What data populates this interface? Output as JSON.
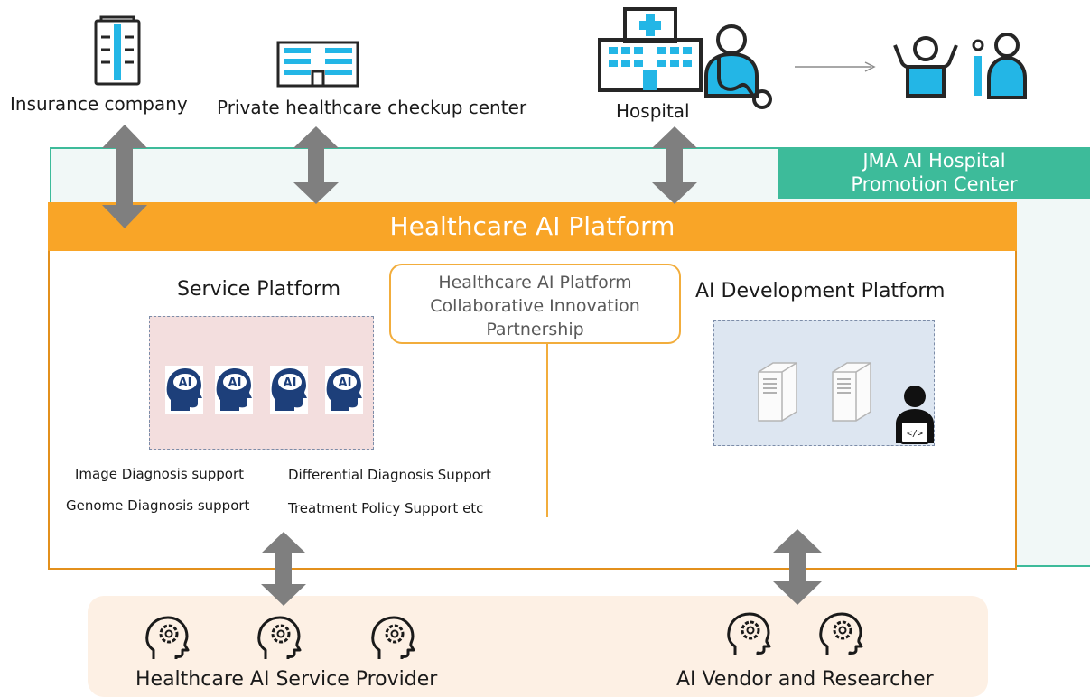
{
  "stakeholders": {
    "insurance": "Insurance company",
    "checkup": "Private healthcare checkup center",
    "hospital": "Hospital"
  },
  "jma_center": {
    "line1": "JMA AI Hospital",
    "line2": "Promotion Center"
  },
  "platform": {
    "title": "Healthcare AI Platform"
  },
  "service_platform": {
    "title": "Service Platform",
    "ai_badge": "AI",
    "services": [
      "Image Diagnosis support",
      "Genome Diagnosis support",
      "Differential Diagnosis Support",
      "Treatment Policy Support etc"
    ]
  },
  "partnership": {
    "line1": "Healthcare AI Platform",
    "line2": "Collaborative Innovation",
    "line3": "Partnership"
  },
  "dev_platform": {
    "title": "AI Development Platform"
  },
  "providers": {
    "service": "Healthcare AI Service Provider",
    "vendor": "AI Vendor and Researcher"
  },
  "colors": {
    "orange": "#f9a527",
    "mint": "#3dbb9a",
    "icon_blue": "#23b6e6",
    "navy": "#1d3f7a",
    "arrow_gray": "#7f7f7f"
  }
}
